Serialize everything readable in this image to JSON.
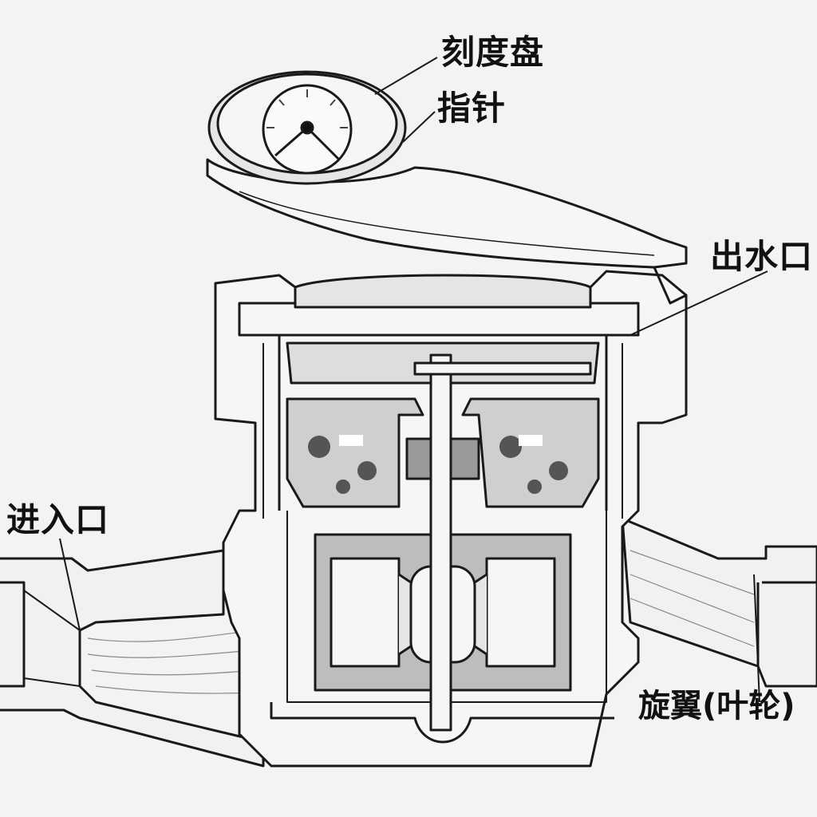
{
  "title": "Water meter cross-section sketch",
  "labels": {
    "dial": "刻度盘",
    "pointer": "指针",
    "outlet": "出水口",
    "inlet": "进入口",
    "impeller": "旋翼(叶轮)"
  },
  "colors": {
    "ink": "#1a1a1a",
    "paper": "#f3f3f1",
    "shade": "#9a9a9a"
  }
}
